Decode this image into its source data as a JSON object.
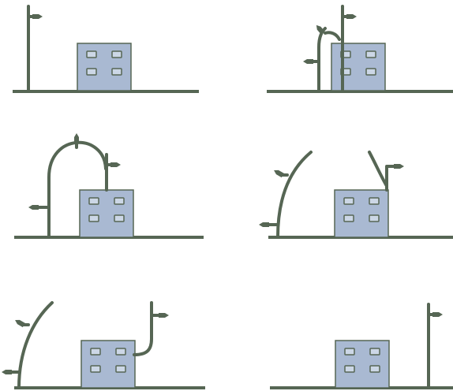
{
  "colors": {
    "line": "#566654",
    "building_fill": "#a9b9d2",
    "building_stroke": "#566654",
    "window_fill": "#ccd7e6",
    "background": "#ffffff"
  },
  "panels": [
    {
      "id": "panel-1",
      "description_name": "pole-beside-building"
    },
    {
      "id": "panel-2",
      "description_name": "branch-starting-to-grow"
    },
    {
      "id": "panel-3",
      "description_name": "arched-branch-over-building"
    },
    {
      "id": "panel-4",
      "description_name": "arc-widening"
    },
    {
      "id": "panel-5",
      "description_name": "arc-passing-behind-building"
    },
    {
      "id": "panel-6",
      "description_name": "pole-moved-right-of-building"
    }
  ],
  "icons": [
    "street-lamp-icon",
    "building-icon",
    "arrow-tip-icon"
  ]
}
